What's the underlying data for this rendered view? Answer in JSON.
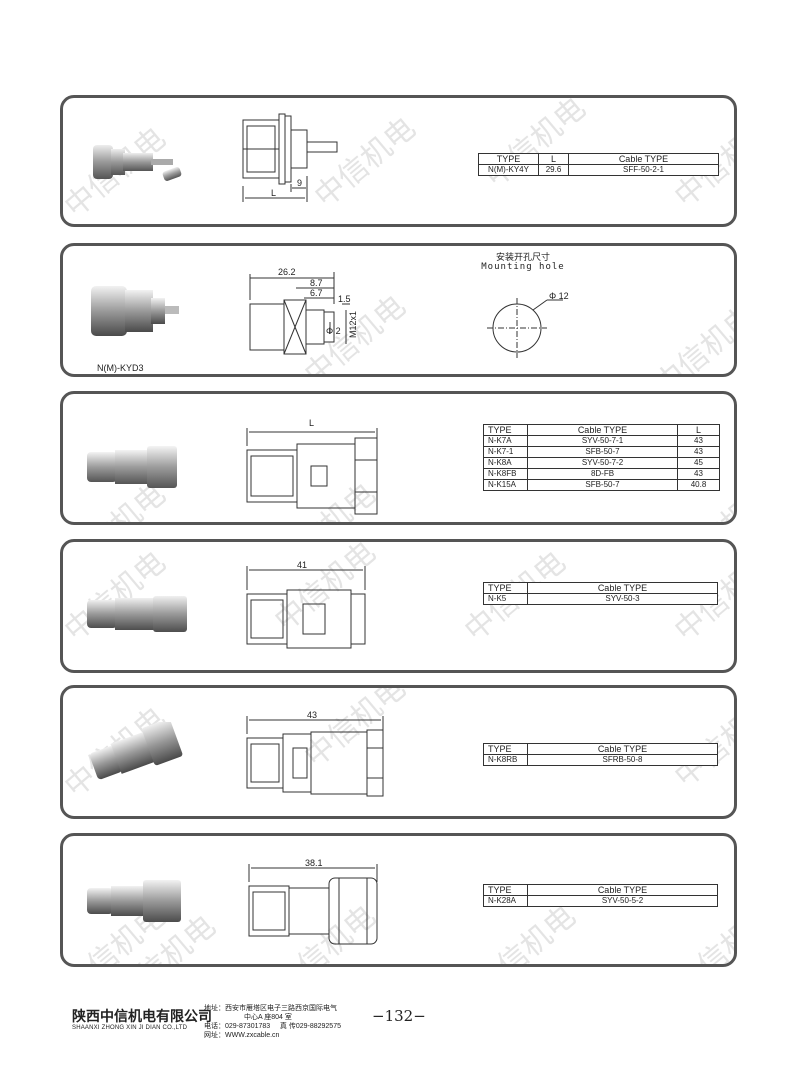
{
  "watermark": "中信机电",
  "panels": [
    {
      "id": "nm-ky4y",
      "dims": [
        "L",
        "9"
      ],
      "table": {
        "headers": [
          "TYPE",
          "L",
          "Cable TYPE"
        ],
        "rows": [
          [
            "N(M)-KY4Y",
            "29.6",
            "SFF-50-2-1"
          ]
        ]
      }
    },
    {
      "id": "nm-kyd3",
      "model_caption": "N(M)-KYD3",
      "dims": [
        "26.2",
        "8.7",
        "6.7",
        "1.5",
        "Φ 2",
        "M12x1"
      ],
      "mounting": {
        "title_cn": "安装开孔尺寸",
        "title_en": "Mounting  hole",
        "dia": "Φ 12"
      }
    },
    {
      "id": "n-k7a",
      "dims": [
        "L"
      ],
      "table": {
        "headers": [
          "TYPE",
          "Cable TYPE",
          "L"
        ],
        "rows": [
          [
            "N-K7A",
            "SYV-50-7-1",
            "43"
          ],
          [
            "N-K7-1",
            "SFB-50-7",
            "43"
          ],
          [
            "N-K8A",
            "SYV-50-7-2",
            "45"
          ],
          [
            "N-K8FB",
            "8D-FB",
            "43"
          ],
          [
            "N-K15A",
            "SFB-50-7",
            "40.8"
          ]
        ]
      }
    },
    {
      "id": "n-k5",
      "dims": [
        "41"
      ],
      "table": {
        "headers": [
          "TYPE",
          "Cable TYPE"
        ],
        "rows": [
          [
            "N-K5",
            "SYV-50-3"
          ]
        ]
      }
    },
    {
      "id": "n-k8rb",
      "dims": [
        "43"
      ],
      "table": {
        "headers": [
          "TYPE",
          "Cable TYPE"
        ],
        "rows": [
          [
            "N-K8RB",
            "SFRB-50-8"
          ]
        ]
      }
    },
    {
      "id": "n-k28a",
      "dims": [
        "38.1"
      ],
      "table": {
        "headers": [
          "TYPE",
          "Cable TYPE"
        ],
        "rows": [
          [
            "N-K28A",
            "SYV-50-5-2"
          ]
        ]
      }
    }
  ],
  "footer": {
    "company_cn": "陕西中信机电有限公司",
    "company_en": "SHAANXI ZHONG XIN JI DIAN CO.,LTD",
    "address": "地址：西安市雁塔区电子三路西京国际电气",
    "address2": "中心A 座804 室",
    "phone": "电话：029-87301783",
    "fax": "真 传029-88292575",
    "web": "网址：WWW.zxcable.cn",
    "page_number": "−132−"
  }
}
